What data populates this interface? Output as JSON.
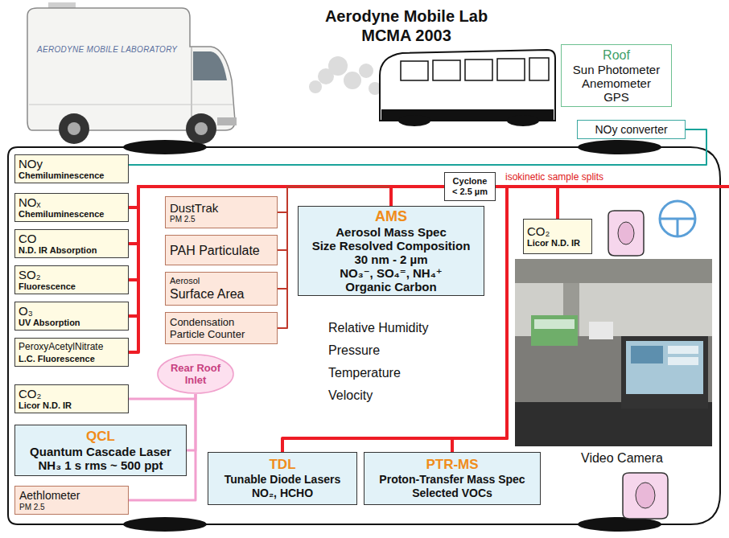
{
  "diagram": {
    "title": "Aerodyne Mobile Lab MCMA 2003",
    "nodes": [
      {
        "text": [
          "Roof",
          "Sun Photometer",
          "Anemometer",
          "GPS"
        ]
      },
      {
        "text": [
          "NOy converter"
        ]
      },
      {
        "text": [
          "NOy",
          "Chemiluminescence"
        ]
      },
      {
        "text": [
          "NOₓ",
          "Chemiluminescence"
        ]
      },
      {
        "text": [
          "Cyclone",
          "< 2.5 µm"
        ]
      },
      {
        "text": [
          "DustTrak",
          "PM 2.5"
        ]
      },
      {
        "text": [
          "AMS",
          "Aerosol Mass Spec",
          "Size Resolved Composition",
          "30 nm - 2 µm",
          "NO₃⁻, SO₄⁼, NH₄⁺",
          "Organic Carbon"
        ]
      },
      {
        "text": [
          "CO₂",
          "Licor N.D. IR"
        ]
      },
      {
        "text": [
          "CO",
          "N.D. IR Absorption"
        ]
      },
      {
        "text": [
          "PAH Particulate"
        ]
      },
      {
        "text": [
          "SO₂",
          "Fluorescence"
        ]
      },
      {
        "text": [
          "Aerosol",
          "Surface Area"
        ]
      },
      {
        "text": [
          "O₃",
          "UV Absorption"
        ]
      },
      {
        "text": [
          "Condensation",
          "Particle Counter"
        ]
      },
      {
        "text": [
          "PeroxyAcetylNitrate",
          "L.C. Fluorescence"
        ]
      },
      {
        "text": [
          "Rear Roof",
          "Inlet"
        ]
      },
      {
        "text": [
          "CO₂",
          "Licor N.D. IR"
        ]
      },
      {
        "text": [
          "QCL",
          "Quantum Cascade Laser",
          "NH₃ 1 s rms ~ 500 ppt"
        ]
      },
      {
        "text": [
          "Aethlometer",
          "PM 2.5"
        ]
      },
      {
        "text": [
          "TDL",
          "Tunable Diode Lasers",
          "NO₂, HCHO"
        ]
      },
      {
        "text": [
          "PTR-MS",
          "Proton-Transfer Mass Spec",
          "Selected VOCs"
        ]
      }
    ],
    "edges": [
      {
        "from": 1,
        "to": 2,
        "arrow": "none"
      },
      {
        "from": 4,
        "to": 3,
        "arrow": "none"
      },
      {
        "from": 4,
        "to": 8,
        "arrow": "none"
      },
      {
        "from": 4,
        "to": 10,
        "arrow": "none"
      },
      {
        "from": 4,
        "to": 12,
        "arrow": "none"
      },
      {
        "from": 4,
        "to": 14,
        "arrow": "none"
      },
      {
        "from": 4,
        "to": 5,
        "arrow": "none"
      },
      {
        "from": 4,
        "to": 9,
        "arrow": "none"
      },
      {
        "from": 4,
        "to": 11,
        "arrow": "none"
      },
      {
        "from": 4,
        "to": 13,
        "arrow": "none"
      },
      {
        "from": 4,
        "to": 6,
        "arrow": "none"
      },
      {
        "from": 4,
        "to": 7,
        "arrow": "none"
      },
      {
        "from": 4,
        "to": 19,
        "arrow": "none"
      },
      {
        "from": 4,
        "to": 20,
        "arrow": "none"
      },
      {
        "from": 15,
        "to": 16,
        "arrow": "none"
      },
      {
        "from": 15,
        "to": 17,
        "arrow": "none"
      },
      {
        "from": 15,
        "to": 18,
        "arrow": "none"
      }
    ],
    "labels": [
      "AERODYNE MOBILE LABORATORY",
      "isokinetic sample splits",
      "Relative Humidity",
      "Pressure",
      "Temperature",
      "Velocity",
      "Video Camera"
    ]
  }
}
